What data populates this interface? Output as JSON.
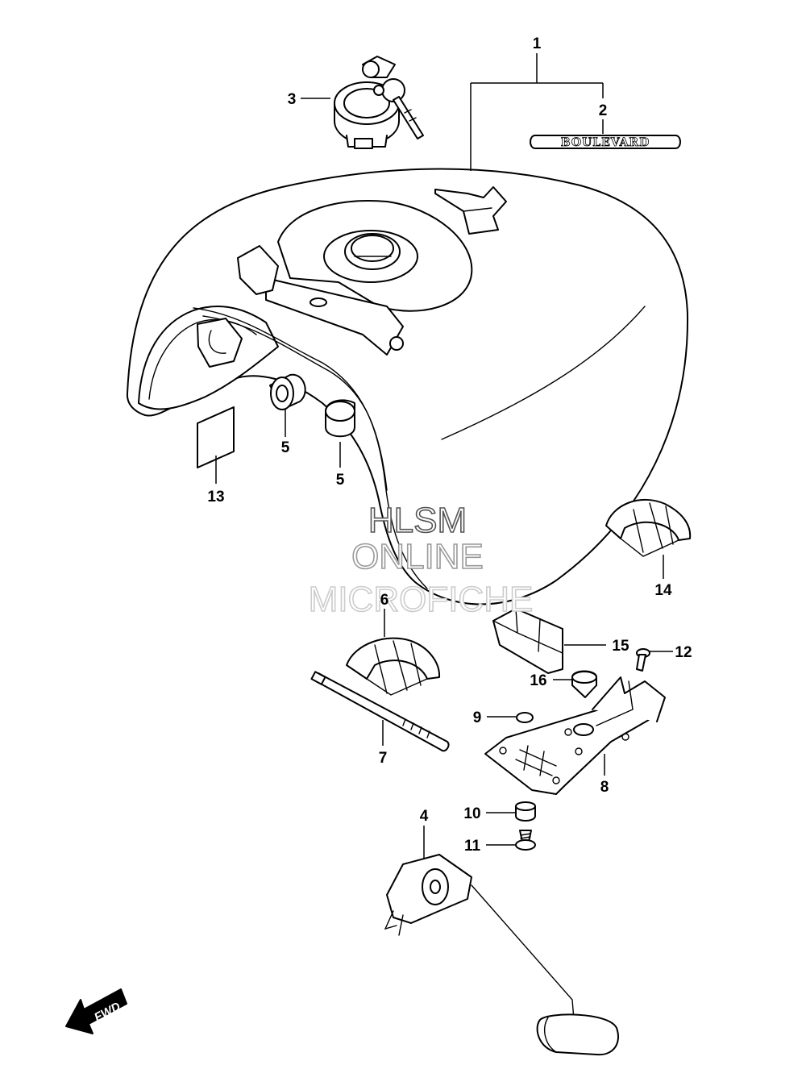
{
  "callouts": {
    "c1": "1",
    "c2": "2",
    "c3": "3",
    "c4": "4",
    "c5a": "5",
    "c5b": "5",
    "c6": "6",
    "c7": "7",
    "c8": "8",
    "c9": "9",
    "c10": "10",
    "c11": "11",
    "c12": "12",
    "c13": "13",
    "c14": "14",
    "c15": "15",
    "c16": "16"
  },
  "emblem_text": "BOULEVARD",
  "watermark": {
    "line1": "HLSM",
    "line2": "ONLINE",
    "line3": "MICROFICHE"
  },
  "direction_label": "FWD",
  "colors": {
    "line": "#000000",
    "background": "#ffffff",
    "watermark1": "#555555",
    "watermark2": "#999999",
    "watermark3": "#cccccc"
  }
}
